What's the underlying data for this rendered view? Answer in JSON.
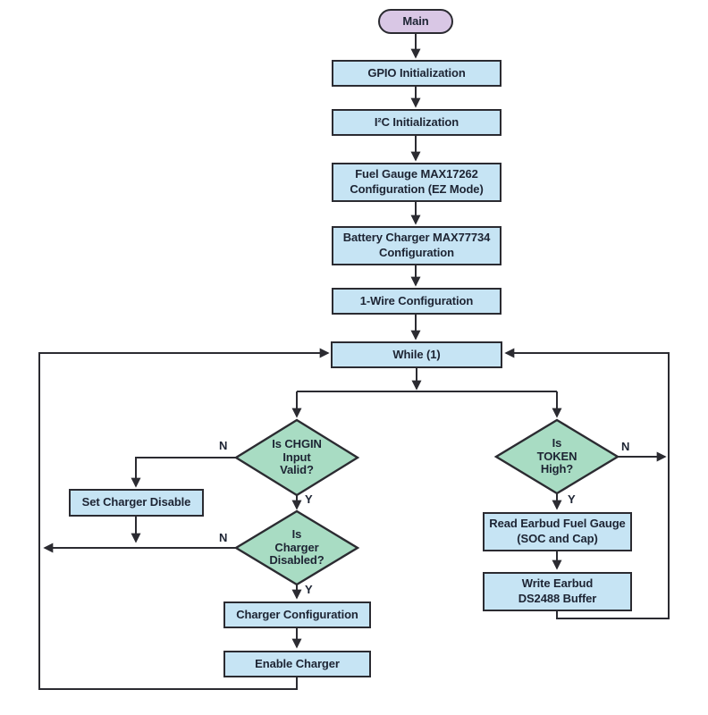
{
  "diagram_type": "flowchart",
  "colors": {
    "process_fill": "#c6e4f4",
    "decision_fill": "#a8dcc3",
    "terminal_fill": "#d9c7e5",
    "line_color": "#2b2b31",
    "text_color": "#1d2433",
    "background": "#ffffff"
  },
  "nodes": {
    "main": {
      "type": "terminal",
      "lines": [
        "Main"
      ]
    },
    "gpio_init": {
      "type": "process",
      "lines": [
        "GPIO Initialization"
      ]
    },
    "i2c_init": {
      "type": "process",
      "lines": [
        "I²C Initialization"
      ]
    },
    "fuel_gauge_config": {
      "type": "process",
      "lines": [
        "Fuel Gauge MAX17262",
        "Configuration (EZ Mode)"
      ]
    },
    "battery_charger_config": {
      "type": "process",
      "lines": [
        "Battery Charger MAX77734",
        "Configuration"
      ]
    },
    "one_wire_config": {
      "type": "process",
      "lines": [
        "1-Wire Configuration"
      ]
    },
    "while_loop": {
      "type": "process",
      "lines": [
        "While (1)"
      ]
    },
    "chgin_valid": {
      "type": "decision",
      "lines": [
        "Is CHGIN",
        "Input",
        "Valid?"
      ]
    },
    "set_charger_disable": {
      "type": "process",
      "lines": [
        "Set Charger Disable"
      ]
    },
    "charger_disabled": {
      "type": "decision",
      "lines": [
        "Is",
        "Charger",
        "Disabled?"
      ]
    },
    "charger_configuration": {
      "type": "process",
      "lines": [
        "Charger Configuration"
      ]
    },
    "enable_charger": {
      "type": "process",
      "lines": [
        "Enable Charger"
      ]
    },
    "token_high": {
      "type": "decision",
      "lines": [
        "Is",
        "TOKEN",
        "High?"
      ]
    },
    "read_earbud_fuel_gauge": {
      "type": "process",
      "lines": [
        "Read Earbud Fuel Gauge",
        "(SOC and Cap)"
      ]
    },
    "write_earbud_buffer": {
      "type": "process",
      "lines": [
        "Write Earbud",
        "DS2488 Buffer"
      ]
    }
  },
  "edge_labels": {
    "chgin_no": "N",
    "chgin_yes": "Y",
    "charger_disabled_no": "N",
    "charger_disabled_yes": "Y",
    "token_no": "N",
    "token_yes": "Y"
  }
}
